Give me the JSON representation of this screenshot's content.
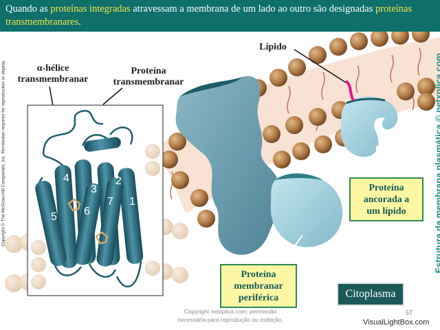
{
  "header": {
    "part1": "Quando as ",
    "highlight1": "proteínas integradas",
    "part2": " atravessam a membrana de um lado ao outro são designadas ",
    "highlight2": "proteínas transmembranares",
    "part3": "."
  },
  "labels": {
    "alpha_helix_line1": "α-hélice",
    "alpha_helix_line2": "transmembranar",
    "transmembrane_line1": "Proteína",
    "transmembrane_line2": "transmembranar",
    "lipid": "Lípido",
    "peripheral_line1": "Proteína",
    "peripheral_line2": "membranar",
    "peripheral_line3": "periférica",
    "anchored_line1": "Proteína",
    "anchored_line2": "ancorada a",
    "anchored_line3": "um lípido",
    "cytoplasm": "Citoplasma"
  },
  "helix_numbers": [
    "1",
    "2",
    "3",
    "4",
    "5",
    "6",
    "7"
  ],
  "side_text": {
    "copyright": "Copyright © The McGraw-Hill Companies, Inc. Permission required for reproduction or display.",
    "watermark": "Estrutura da membrana plasmática © netxplica.com"
  },
  "footer": {
    "note_line1": "Copyright netxplica.com: permissão",
    "note_line2": "necessária para reprodução ou exibição.",
    "page_number": "57",
    "brand": "VisualLightBox.com"
  },
  "colors": {
    "header_bg": "#0e6f6b",
    "highlight": "#f3e34a",
    "protein": "#6e9fb1",
    "peripheral_protein": "#a8d3e0",
    "lipid_head": "#b07a45",
    "label_box": "#fdf6a3",
    "cytoplasm_box": "#1c5a59"
  }
}
